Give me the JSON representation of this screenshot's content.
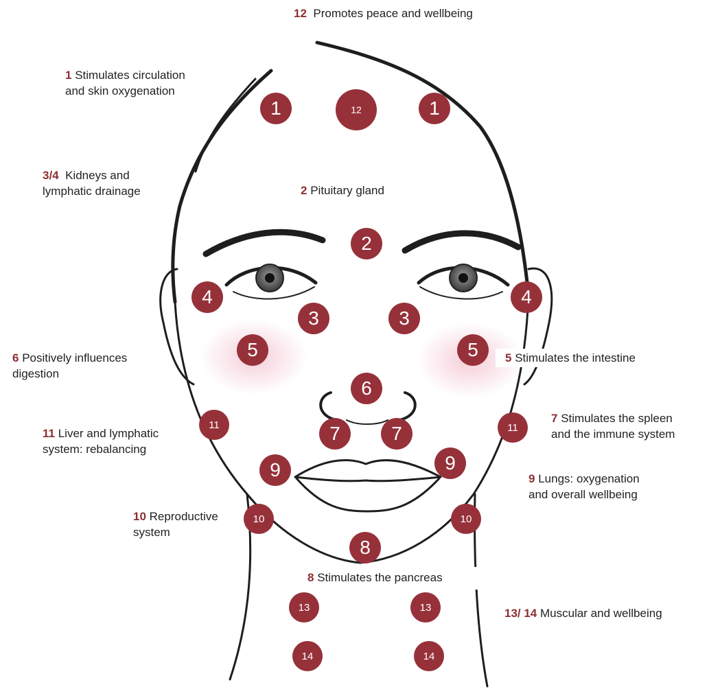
{
  "colors": {
    "accent": "#96313a",
    "label_number": "#8c2f33",
    "line_art": "#1e1e1e",
    "blush": "#f3c4d1"
  },
  "labels": [
    {
      "id": "l12",
      "num": "12",
      "text": "Promotes peace and wellbeing"
    },
    {
      "id": "l1",
      "num": "1",
      "text": "Stimulates circulation",
      "text2": "and skin oxygenation"
    },
    {
      "id": "l34",
      "num": "3/4",
      "text": "Kidneys and",
      "text2": "lymphatic drainage"
    },
    {
      "id": "l2",
      "num": "2",
      "text": "Pituitary gland"
    },
    {
      "id": "l6",
      "num": "6",
      "text": "Positively influences",
      "text2": "digestion"
    },
    {
      "id": "l5",
      "num": "5",
      "text": "Stimulates the intestine"
    },
    {
      "id": "l7",
      "num": "7",
      "text": "Stimulates the spleen",
      "text2": "and the immune system"
    },
    {
      "id": "l11",
      "num": "11",
      "text": "Liver and lymphatic",
      "text2": "system: rebalancing"
    },
    {
      "id": "l9",
      "num": "9",
      "text": "Lungs: oxygenation",
      "text2": "and overall wellbeing"
    },
    {
      "id": "l10",
      "num": "10",
      "text": "Reproductive",
      "text2": "system"
    },
    {
      "id": "l8",
      "num": "8",
      "text": "Stimulates the pancreas"
    },
    {
      "id": "l1314",
      "num": "13/ 14",
      "text": "Muscular and wellbeing"
    }
  ],
  "points": [
    {
      "id": "p1-left",
      "num": "1"
    },
    {
      "id": "p12",
      "num": "12"
    },
    {
      "id": "p1-right",
      "num": "1"
    },
    {
      "id": "p2",
      "num": "2"
    },
    {
      "id": "p4-left",
      "num": "4"
    },
    {
      "id": "p4-right",
      "num": "4"
    },
    {
      "id": "p3-left",
      "num": "3"
    },
    {
      "id": "p3-right",
      "num": "3"
    },
    {
      "id": "p5-left",
      "num": "5"
    },
    {
      "id": "p5-right",
      "num": "5"
    },
    {
      "id": "p6",
      "num": "6"
    },
    {
      "id": "p11-left",
      "num": "11"
    },
    {
      "id": "p11-right",
      "num": "11"
    },
    {
      "id": "p7-left",
      "num": "7"
    },
    {
      "id": "p7-right",
      "num": "7"
    },
    {
      "id": "p9-left",
      "num": "9"
    },
    {
      "id": "p9-right",
      "num": "9"
    },
    {
      "id": "p10-left",
      "num": "10"
    },
    {
      "id": "p10-right",
      "num": "10"
    },
    {
      "id": "p8",
      "num": "8"
    },
    {
      "id": "p13-left",
      "num": "13"
    },
    {
      "id": "p13-right",
      "num": "13"
    },
    {
      "id": "p14-left",
      "num": "14"
    },
    {
      "id": "p14-right",
      "num": "14"
    }
  ]
}
